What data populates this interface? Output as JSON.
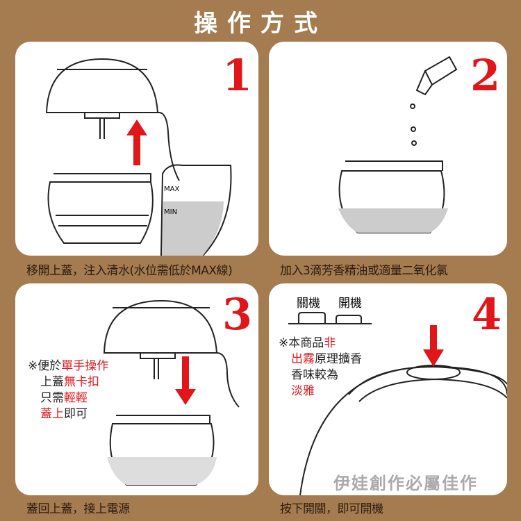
{
  "title": "操作方式",
  "steps": [
    {
      "number": "1",
      "caption": "移開上蓋，注入清水(水位需低於MAX線)",
      "max_label": "MAX",
      "min_label": "MIN"
    },
    {
      "number": "2",
      "caption": "加入3滴芳香精油或適量二氧化氯"
    },
    {
      "number": "3",
      "caption": "蓋回上蓋，接上電源",
      "note": {
        "l1a": "※便於",
        "l1b": "單手操作",
        "l2a": "上蓋",
        "l2b": "無卡扣",
        "l3a": "只需",
        "l3b": "輕輕",
        "l4a": "蓋上",
        "l4b": "即可"
      }
    },
    {
      "number": "4",
      "caption": "按下開關，即可開機",
      "off_label": "關機",
      "on_label": "開機",
      "note": {
        "l1a": "※本商品",
        "l1b": "非",
        "l2a": "出霧",
        "l2b": "原理擴香",
        "l3": "香味較為",
        "l4": "淡雅"
      }
    }
  ],
  "watermark": "伊娃創作必屬佳作",
  "colors": {
    "background": "#a57b50",
    "accent": "#e0161b"
  }
}
